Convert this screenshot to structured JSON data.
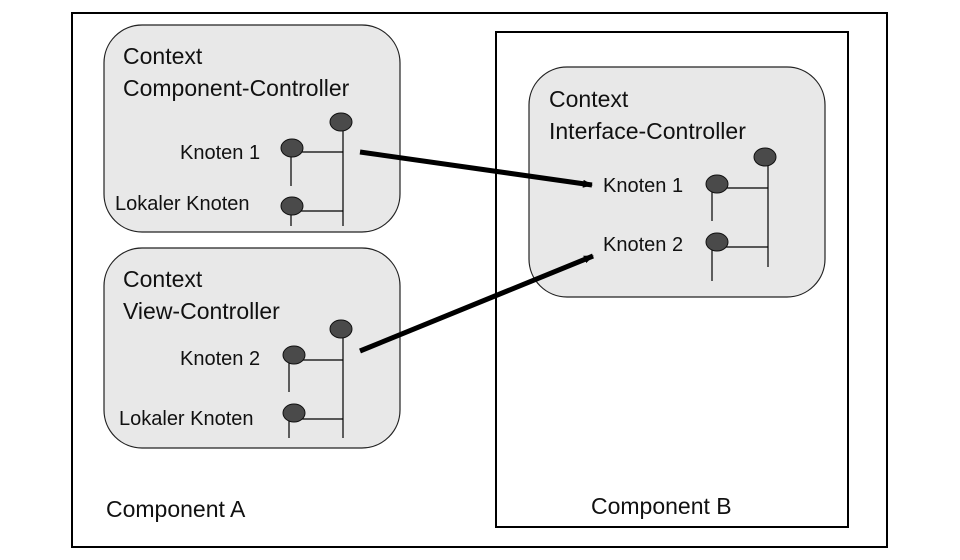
{
  "component_a": {
    "label": "Component A"
  },
  "component_b": {
    "label": "Component B"
  },
  "contexts": {
    "component_controller": {
      "title_line1": "Context",
      "title_line2": "Component-Controller",
      "nodes": [
        "Knoten 1",
        "Lokaler Knoten"
      ]
    },
    "view_controller": {
      "title_line1": "Context",
      "title_line2": "View-Controller",
      "nodes": [
        "Knoten 2",
        "Lokaler Knoten"
      ]
    },
    "interface_controller": {
      "title_line1": "Context",
      "title_line2": "Interface-Controller",
      "nodes": [
        "Knoten 1",
        "Knoten 2"
      ]
    }
  },
  "colors": {
    "context_fill": "#e8e8e8",
    "node_fill": "#4a4a4a",
    "line": "#000000"
  }
}
